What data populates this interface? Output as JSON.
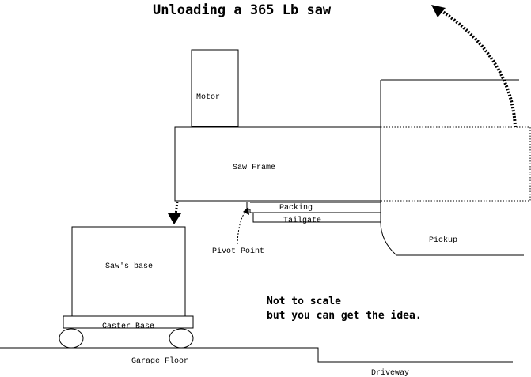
{
  "title": "Unloading a 365 Lb saw",
  "labels": {
    "motor": "Motor",
    "saw_frame": "Saw Frame",
    "packing": "Packing",
    "tailgate": "Tailgate",
    "pivot_point": "Pivot Point",
    "pickup": "Pickup",
    "saws_base": "Saw's base",
    "caster_base": "Caster Base",
    "garage_floor": "Garage Floor",
    "driveway": "Driveway"
  },
  "note": {
    "line1": "Not to scale",
    "line2": "but you can get the idea."
  }
}
